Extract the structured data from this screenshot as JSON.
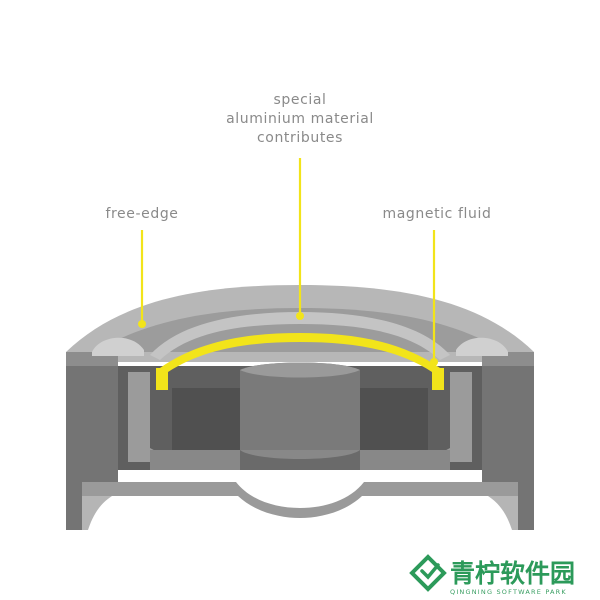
{
  "labels": {
    "special": {
      "lines": [
        "special",
        "aluminium material",
        "contributes"
      ]
    },
    "free_edge": {
      "text": "free-edge"
    },
    "magnetic_fluid": {
      "text": "magnetic fluid"
    }
  },
  "watermark": {
    "text_cn": "青柠软件园",
    "text_en": "QINGNING SOFTWARE PARK"
  },
  "colors": {
    "highlight": "#f2e41a",
    "background": "#ffffff",
    "label_text": "#8a8a8a",
    "body_dark": "#6e6e6e",
    "body_mid": "#8a8a8a",
    "body_light": "#a9a9a9",
    "watermark": "#2c9a5a"
  }
}
